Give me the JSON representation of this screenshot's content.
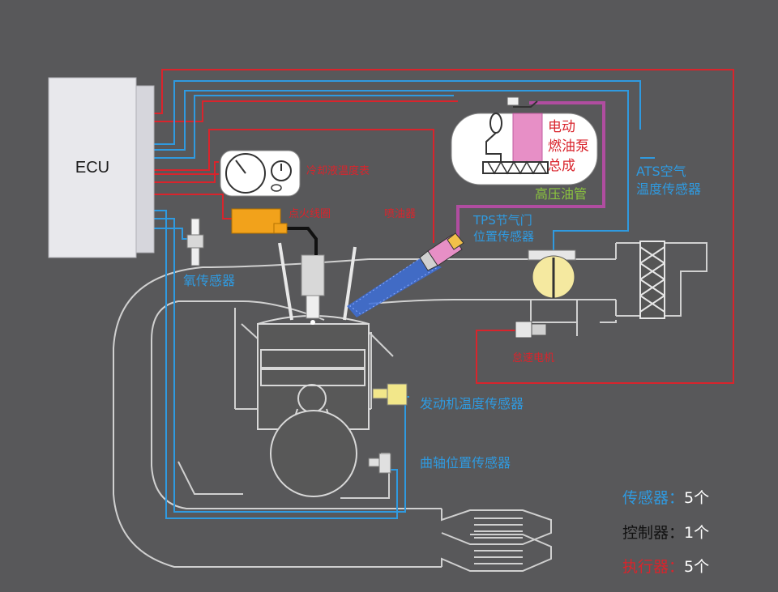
{
  "ecu": {
    "label": "ECU"
  },
  "components": {
    "fuel_pump": [
      "电动",
      "燃油泵",
      "总成"
    ],
    "high_pressure_pipe": "高压油管",
    "ats_sensor": [
      "ATS空气",
      "温度传感器"
    ],
    "tps_sensor": [
      "TPS节气门",
      "位置传感器"
    ],
    "instrument_gauge": "冷却液温度表",
    "ignition_coil": "点火线圈",
    "injector": "喷油器",
    "o2_sensor": "氧传感器",
    "idle_valve": "怠速电机",
    "engine_temp_sensor": "发动机温度传感器",
    "crank_sensor": "曲轴位置传感器"
  },
  "legend": {
    "sensors": {
      "label": "传感器：",
      "count": "5个"
    },
    "controllers": {
      "label": "控制器：",
      "count": "1个"
    },
    "actuators": {
      "label": "执行器：",
      "count": "5个"
    }
  },
  "colors": {
    "background": "#58585a",
    "sensor_wire": "#2f9ae0",
    "actuator_wire": "#d9242c",
    "fuel_line": "#b04da0",
    "engine_outline": "#d0d0d0"
  }
}
